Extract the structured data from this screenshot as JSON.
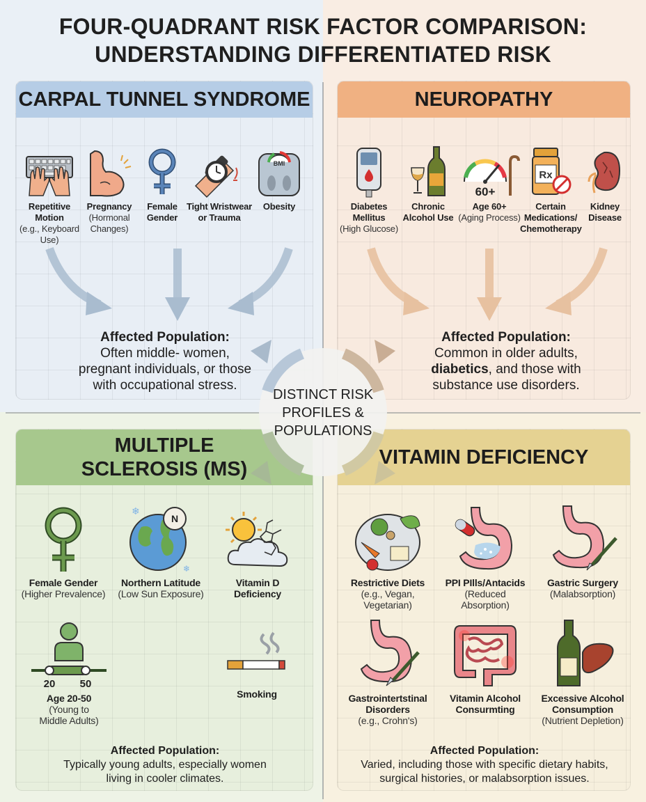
{
  "title": {
    "line1": "FOUR-QUADRANT RISK FACTOR COMPARISON:",
    "line2": "UNDERSTANDING DIFFERENTIATED RISK"
  },
  "center_label": {
    "line1": "DISTINCT RISK",
    "line2": "PROFILES &",
    "line3": "POPULATIONS"
  },
  "colors": {
    "carpal": "#b6cde6",
    "neuropathy": "#f0b182",
    "ms": "#a7c88d",
    "vitamin": "#e5d292"
  },
  "carpal_tunnel": {
    "heading": "CARPAL TUNNEL SYNDROME",
    "factors": [
      {
        "label": "Repetitive Motion",
        "sub1": "(e.g., Keyboard",
        "sub2": "Use)",
        "icon": "keyboard-hands-icon"
      },
      {
        "label": "Pregnancy",
        "sub1": "(Hormonal",
        "sub2": "Changes)",
        "icon": "pregnancy-icon"
      },
      {
        "label": "Female",
        "label2": "Gender",
        "icon": "female-symbol-icon"
      },
      {
        "label": "Tight Wristwear",
        "label2": "or Trauma",
        "icon": "wristwatch-icon"
      },
      {
        "label": "Obesity",
        "icon": "bmi-scale-icon"
      }
    ],
    "affected_heading": "Affected Population:",
    "affected_lines": [
      "Often middle- women,",
      "pregnant individuals, or those",
      "with occupational stress."
    ]
  },
  "neuropathy": {
    "heading": "NEUROPATHY",
    "factors": [
      {
        "label": "Diabetes",
        "label2": "Mellitus",
        "sub1": "(High Glucose)",
        "icon": "glucose-meter-icon"
      },
      {
        "label": "Chronic",
        "label2": "Alcohol Use",
        "icon": "wine-bottle-icon"
      },
      {
        "label": "Age 60+",
        "sub1": "(Aging Process)",
        "icon": "age-gauge-icon",
        "badge": "60+"
      },
      {
        "label": "Certain",
        "label2": "Medications/",
        "label3": "Chemotherapy",
        "icon": "pill-bottle-icon"
      },
      {
        "label": "Kidney",
        "label2": "Disease",
        "icon": "kidney-icon"
      }
    ],
    "affected_heading": "Affected Population:",
    "affected_lines": [
      "Common in older adults,",
      "diabetics",
      ", and those with",
      "substance use disorders."
    ]
  },
  "multiple_sclerosis": {
    "heading_line1": "MULTIPLE",
    "heading_line2": "SCLEROSIS (MS)",
    "factors": [
      {
        "label": "Female Gender",
        "sub1": "(Higher Prevalence)",
        "icon": "female-symbol-icon"
      },
      {
        "label": "Northern Latitude",
        "sub1": "(Low Sun Exposure)",
        "icon": "globe-compass-icon",
        "compass": "N"
      },
      {
        "label": "Vitamin D",
        "label2": "Deficiency",
        "icon": "sun-molecule-icon"
      },
      {
        "label": "Age 20-50",
        "sub1": "(Young to",
        "sub2": "Middle Adults)",
        "icon": "age-range-icon",
        "ticks": [
          "20",
          "50"
        ]
      },
      {
        "label": "Smoking",
        "icon": "cigarette-icon"
      }
    ],
    "affected_heading": "Affected Population:",
    "affected_lines": [
      "Typically young adults, especially women",
      "living in cooler climates."
    ]
  },
  "vitamin_deficiency": {
    "heading": "VITAMIN DEFICIENCY",
    "factors": [
      {
        "label": "Restrictive Diets",
        "sub1": "(e.g., Vegan,",
        "sub2": "Vegetarian)",
        "icon": "veggie-plate-icon"
      },
      {
        "label": "PPI PIlls/Antacids",
        "sub1": "(Reduced",
        "sub2": "Absorption)",
        "icon": "stomach-pill-icon"
      },
      {
        "label": "Gastric Surgery",
        "sub1": "(Malabsorption)",
        "icon": "stomach-scalpel-icon"
      },
      {
        "label": "Gastrointertstinal",
        "label2": "Disorders",
        "sub1": "(e.g., Crohn's)",
        "icon": "stomach-knife-icon"
      },
      {
        "label": "Vitamin Alcohol",
        "label2": "Consurmting",
        "icon": "intestines-icon"
      },
      {
        "label": "Excessive Alcohol",
        "label2": "Consumption",
        "sub1": "(Nutrient Depletion)",
        "icon": "bottle-liver-icon"
      }
    ],
    "affected_heading": "Affected Population:",
    "affected_lines": [
      "Varied, including those with specific dietary habits,",
      "surgical histories, or malabsorption issues."
    ]
  },
  "bmi_label": "BMI",
  "rx_label": "Rx"
}
